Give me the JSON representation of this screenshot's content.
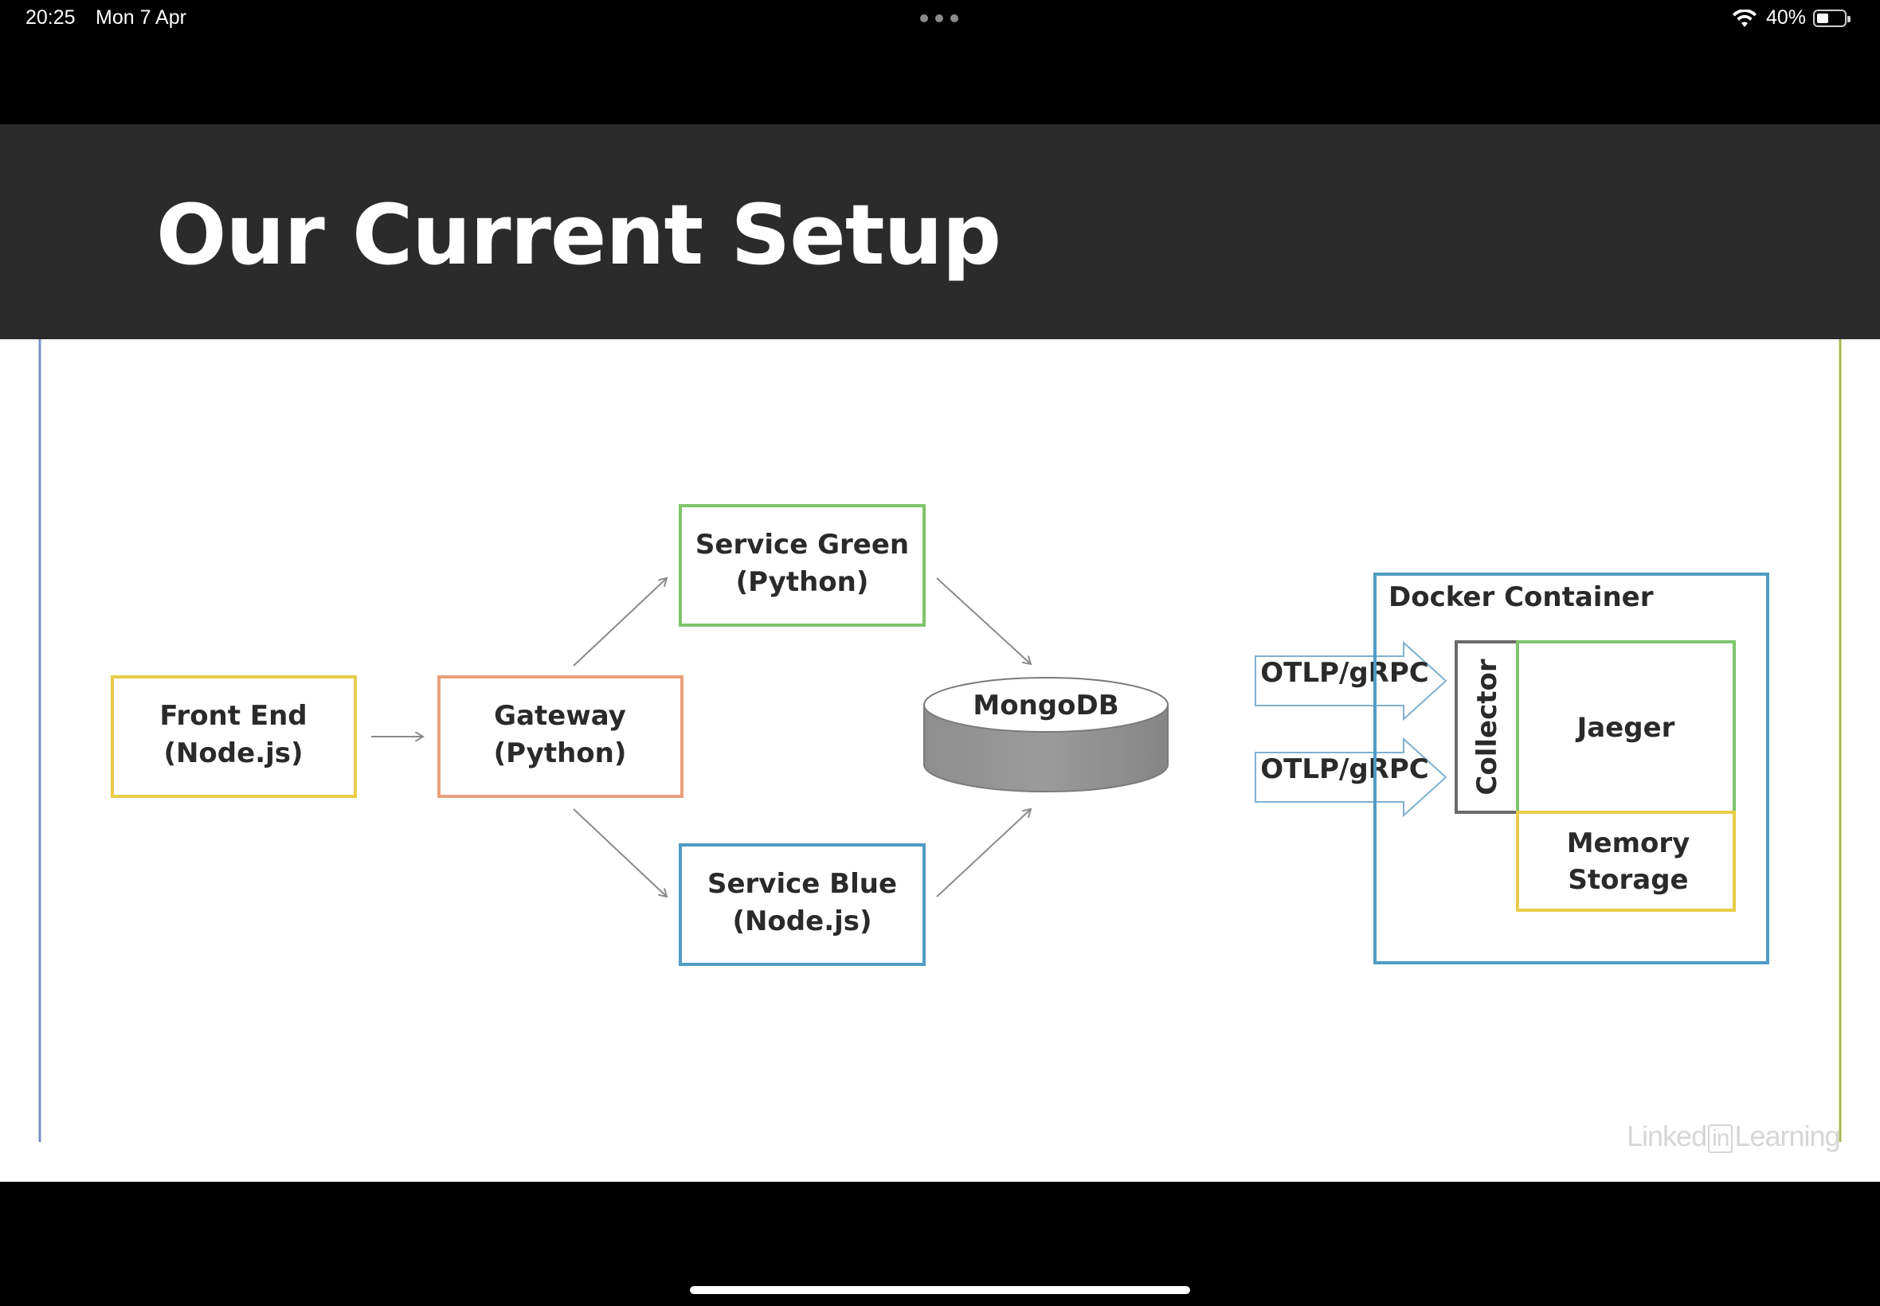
{
  "status_bar": {
    "time": "20:25",
    "date": "Mon 7 Apr",
    "battery_percent": "40%",
    "battery_level": 0.4
  },
  "slide": {
    "title": "Our Current Setup",
    "watermark": {
      "before": "Linked",
      "boxed": "in",
      "after": "Learning"
    }
  },
  "diagram": {
    "front_end": {
      "line1": "Front End",
      "line2": "(Node.js)",
      "color": "#e8cc4a"
    },
    "gateway": {
      "line1": "Gateway",
      "line2": "(Python)",
      "color": "#e8a07c"
    },
    "service_green": {
      "line1": "Service Green",
      "line2": "(Python)",
      "color": "#7ec46a"
    },
    "service_blue": {
      "line1": "Service Blue",
      "line2": "(Node.js)",
      "color": "#4f9cc4"
    },
    "mongodb": {
      "label": "MongoDB"
    },
    "otlp_top": "OTLP/gRPC",
    "otlp_bottom": "OTLP/gRPC",
    "docker_container": {
      "label": "Docker Container",
      "color": "#4f9cc4"
    },
    "collector": {
      "label": "Collector",
      "color": "#6a6a6a"
    },
    "jaeger": {
      "label": "Jaeger",
      "color": "#7ec46a"
    },
    "memory_storage": {
      "line1": "Memory",
      "line2": "Storage",
      "color": "#e8cc4a"
    }
  }
}
